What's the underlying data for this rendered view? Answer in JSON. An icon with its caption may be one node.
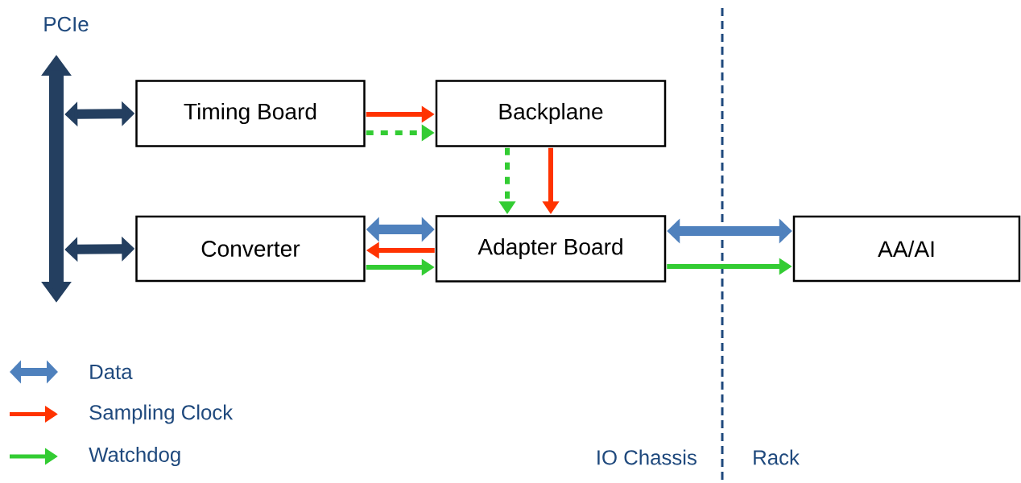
{
  "diagram": {
    "nodes": [
      {
        "text": [
          "PCIe"
        ]
      },
      {
        "text": [
          "Timing Board"
        ]
      },
      {
        "text": [
          "Backplane"
        ]
      },
      {
        "text": [
          "Converter"
        ]
      },
      {
        "text": [
          "Adapter Board"
        ]
      },
      {
        "text": [
          "AA/AI"
        ]
      }
    ],
    "edges": [
      {
        "from": 0,
        "to": 1,
        "arrow": "both",
        "style": "thick",
        "color": "#243f60"
      },
      {
        "from": 0,
        "to": 3,
        "arrow": "both",
        "style": "thick",
        "color": "#243f60"
      },
      {
        "from": 1,
        "to": 2,
        "arrow": "to",
        "color": "#ff3300"
      },
      {
        "from": 1,
        "to": 2,
        "arrow": "to",
        "style": "dashed",
        "color": "#33cc33"
      },
      {
        "from": 2,
        "to": 4,
        "arrow": "to",
        "style": "dashed",
        "color": "#33cc33"
      },
      {
        "from": 2,
        "to": 4,
        "arrow": "to",
        "color": "#ff3300"
      },
      {
        "from": 3,
        "to": 4,
        "arrow": "both",
        "style": "thick",
        "color": "#4f81bd"
      },
      {
        "from": 4,
        "to": 3,
        "arrow": "to",
        "color": "#ff3300"
      },
      {
        "from": 3,
        "to": 4,
        "arrow": "to",
        "color": "#33cc33"
      },
      {
        "from": 4,
        "to": 5,
        "arrow": "both",
        "style": "thick",
        "color": "#4f81bd"
      },
      {
        "from": 4,
        "to": 5,
        "arrow": "to",
        "color": "#33cc33"
      }
    ],
    "labels": [
      "IO Chassis",
      "Rack"
    ],
    "legend": [
      {
        "text": "Data",
        "color": "#4f81bd"
      },
      {
        "text": "Sampling Clock",
        "color": "#ff3300"
      },
      {
        "text": "Watchdog",
        "color": "#33cc33"
      }
    ]
  }
}
